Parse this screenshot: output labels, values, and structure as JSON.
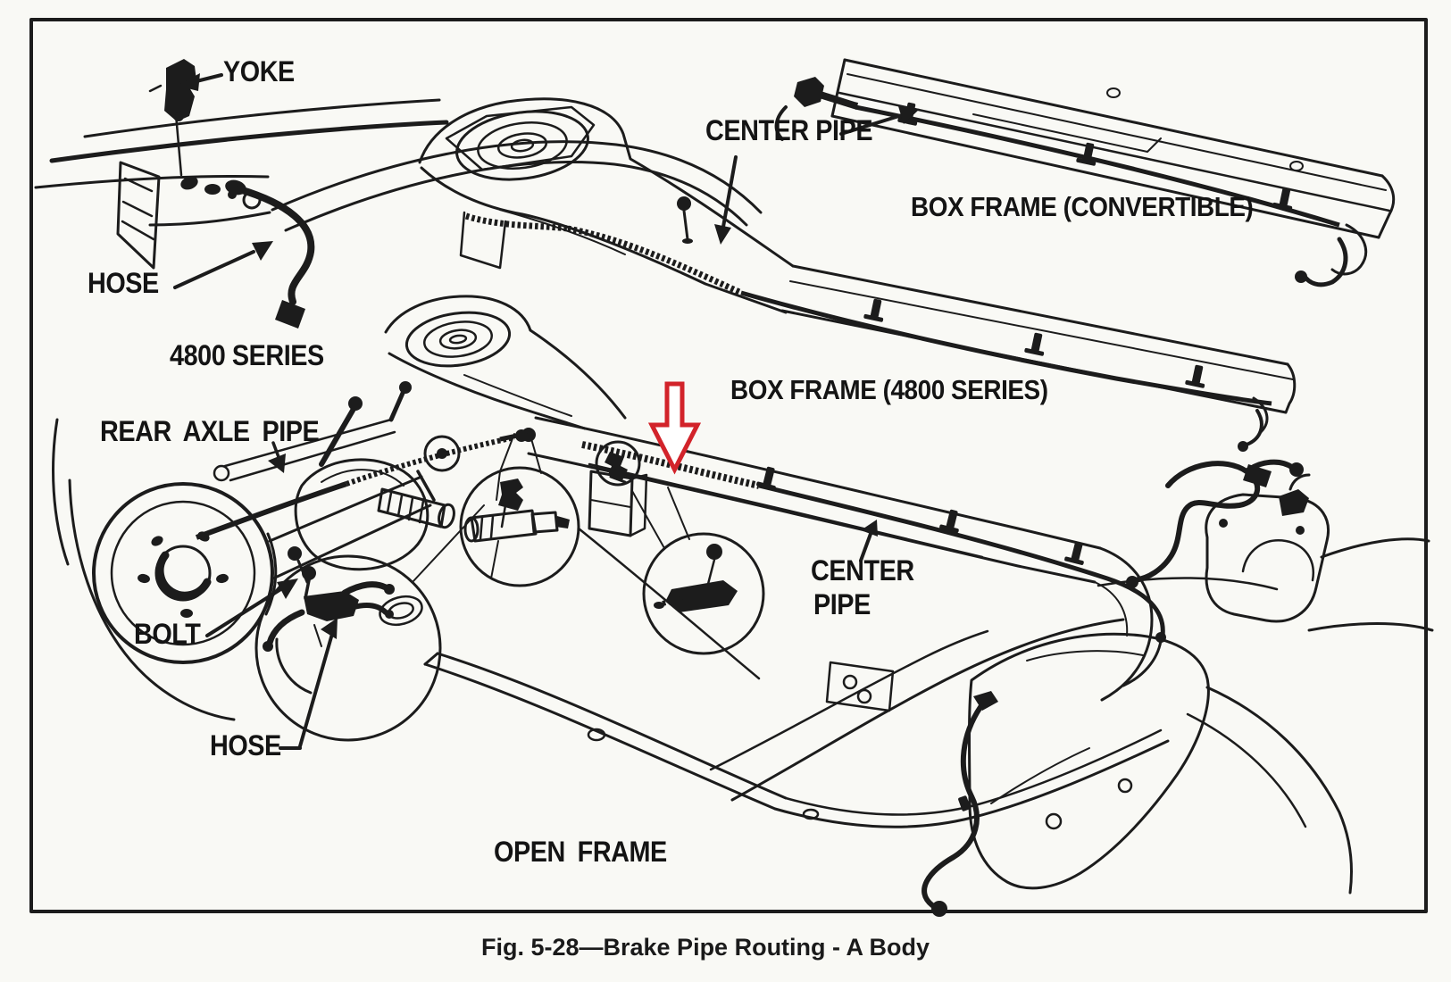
{
  "figure": {
    "caption": "Fig. 5-28—Brake Pipe Routing - A Body"
  },
  "labels": {
    "yoke": "YOKE",
    "hose_rear": "HOSE",
    "series_4800": "4800 SERIES",
    "rear_axle_pipe": "REAR AXLE PIPE",
    "bolt": "BOLT",
    "hose_axle": "HOSE",
    "center_pipe_top": "CENTER PIPE",
    "box_frame_convertible": "BOX FRAME (CONVERTIBLE)",
    "box_frame_4800": "BOX FRAME (4800 SERIES)",
    "center_pipe_mid_line1": "CENTER",
    "center_pipe_mid_line2": "PIPE",
    "open_frame": "OPEN FRAME"
  },
  "icons": {
    "highlight_arrow": "red-down-arrow"
  },
  "colors": {
    "ink": "#1c1c1c",
    "paper": "#f9f9f5",
    "highlight_arrow": "#d2232a"
  }
}
